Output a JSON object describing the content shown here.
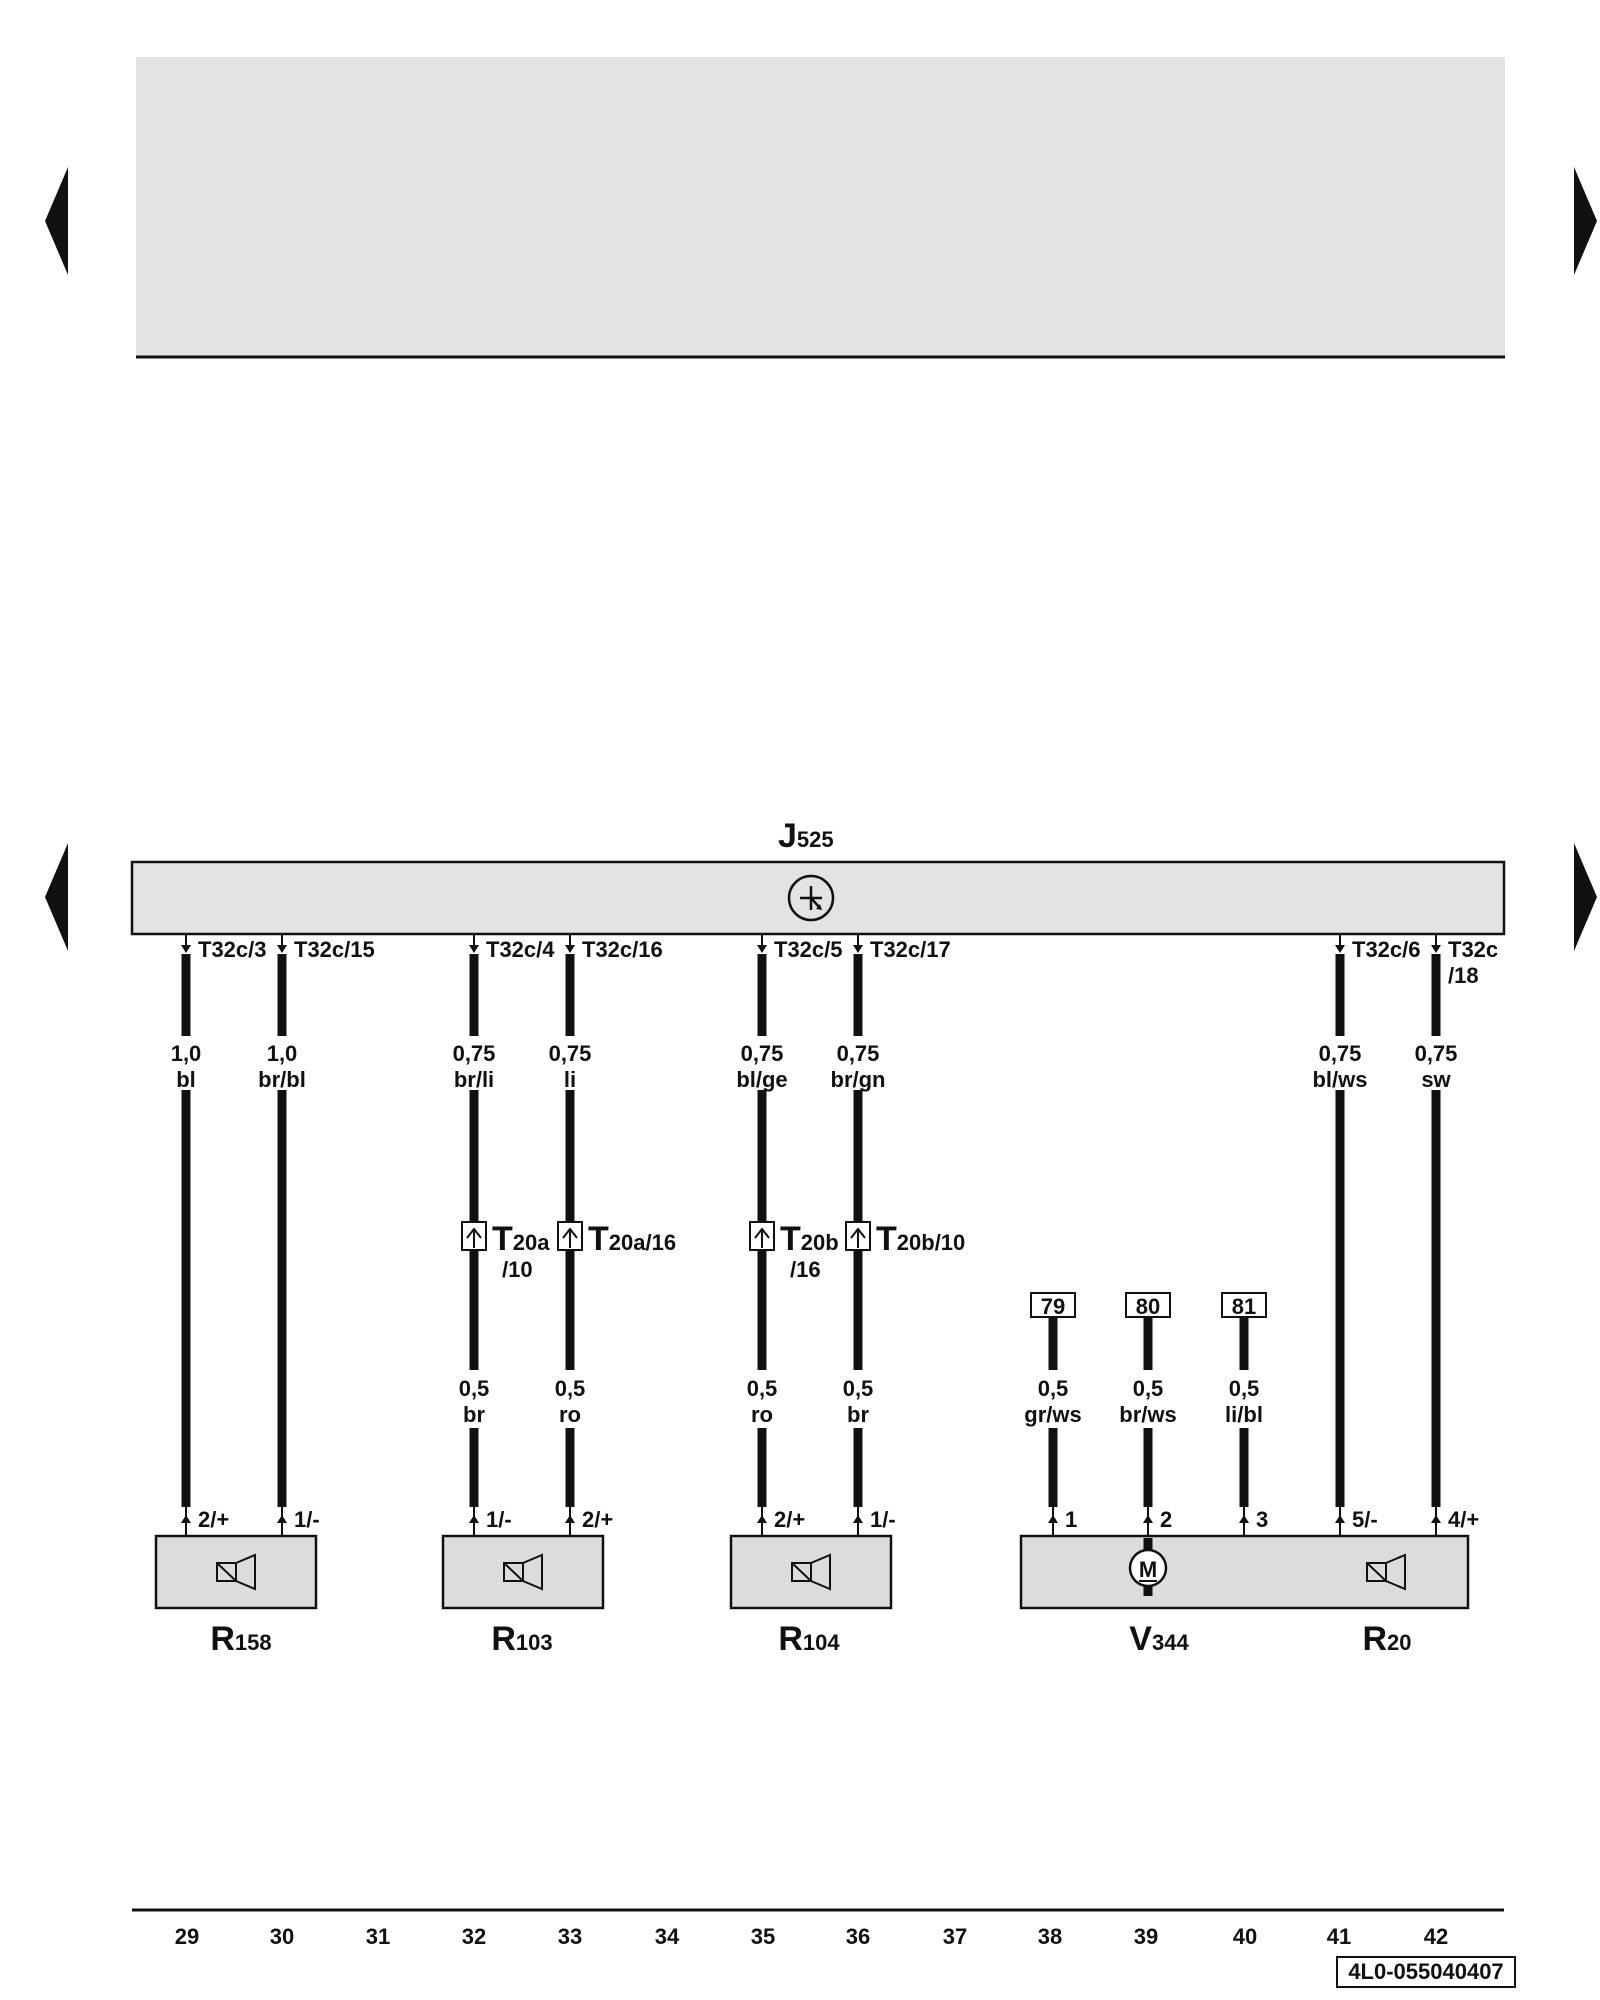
{
  "control_unit": {
    "letter": "J",
    "index": "525"
  },
  "pins_top": [
    {
      "id": "p1",
      "lines": [
        "T32c/3"
      ]
    },
    {
      "id": "p2",
      "lines": [
        "T32c/15"
      ]
    },
    {
      "id": "p3",
      "lines": [
        "T32c/4"
      ]
    },
    {
      "id": "p4",
      "lines": [
        "T32c/16"
      ]
    },
    {
      "id": "p5",
      "lines": [
        "T32c/5"
      ]
    },
    {
      "id": "p6",
      "lines": [
        "T32c/17"
      ]
    },
    {
      "id": "p7",
      "lines": [
        "T32c/6"
      ]
    },
    {
      "id": "p8",
      "lines": [
        "T32c",
        "/18"
      ]
    }
  ],
  "wires_upper": [
    {
      "size": "1,0",
      "color": "bl"
    },
    {
      "size": "1,0",
      "color": "br/bl"
    },
    {
      "size": "0,75",
      "color": "br/li"
    },
    {
      "size": "0,75",
      "color": "li"
    },
    {
      "size": "0,75",
      "color": "bl/ge"
    },
    {
      "size": "0,75",
      "color": "br/gn"
    },
    {
      "size": "0,75",
      "color": "bl/ws"
    },
    {
      "size": "0,75",
      "color": "sw"
    }
  ],
  "connectors": [
    {
      "letter": "T",
      "sub": "20a",
      "tail": "/10"
    },
    {
      "letter": "T",
      "sub": "20a/16",
      "tail": ""
    },
    {
      "letter": "T",
      "sub": "20b",
      "tail": "/16"
    },
    {
      "letter": "T",
      "sub": "20b/10",
      "tail": ""
    }
  ],
  "wires_lower": [
    {
      "size": "0,5",
      "color": "br"
    },
    {
      "size": "0,5",
      "color": "ro"
    },
    {
      "size": "0,5",
      "color": "ro"
    },
    {
      "size": "0,5",
      "color": "br"
    },
    {
      "size": "0,5",
      "color": "gr/ws"
    },
    {
      "size": "0,5",
      "color": "br/ws"
    },
    {
      "size": "0,5",
      "color": "li/bl"
    }
  ],
  "refs": [
    "79",
    "80",
    "81"
  ],
  "pins_bottom": [
    "2/+",
    "1/-",
    "1/-",
    "2/+",
    "2/+",
    "1/-",
    "1",
    "2",
    "3",
    "5/-",
    "4/+"
  ],
  "components": [
    {
      "letter": "R",
      "index": "158"
    },
    {
      "letter": "R",
      "index": "103"
    },
    {
      "letter": "R",
      "index": "104"
    },
    {
      "letter": "V",
      "index": "344"
    },
    {
      "letter": "R",
      "index": "20"
    }
  ],
  "motor_symbol": "M",
  "tracks": [
    "29",
    "30",
    "31",
    "32",
    "33",
    "34",
    "35",
    "36",
    "37",
    "38",
    "39",
    "40",
    "41",
    "42"
  ],
  "doc_id": "4L0-055040407",
  "colors": {
    "line": "#111111",
    "panel": "#e3e3e3",
    "box": "#dcdcdc"
  }
}
